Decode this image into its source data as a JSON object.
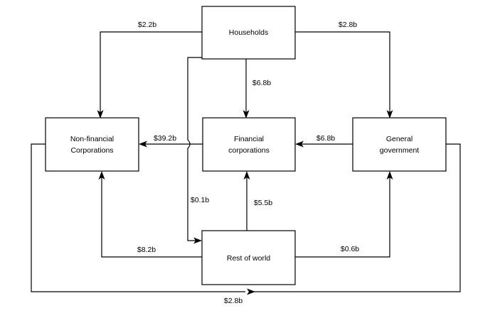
{
  "diagram": {
    "type": "flow-diagram",
    "title": "",
    "currency_unit": "billions of dollars",
    "nodes": [
      {
        "id": "households",
        "label": "Households",
        "line1": "Households",
        "line2": ""
      },
      {
        "id": "nonfinancial",
        "label": "Non-financial Corporations",
        "line1": "Non-financial",
        "line2": "Corporations"
      },
      {
        "id": "financial",
        "label": "Financial corporations",
        "line1": "Financial",
        "line2": "corporations"
      },
      {
        "id": "government",
        "label": "General government",
        "line1": "General",
        "line2": "government"
      },
      {
        "id": "restofworld",
        "label": "Rest of world",
        "line1": "Rest of world",
        "line2": ""
      }
    ],
    "flows": [
      {
        "id": "hh-to-nfc",
        "from": "households",
        "to": "nonfinancial",
        "label": "$2.2b",
        "value": 2.2
      },
      {
        "id": "hh-to-gov",
        "from": "households",
        "to": "government",
        "label": "$2.8b",
        "value": 2.8
      },
      {
        "id": "hh-to-fin",
        "from": "households",
        "to": "financial",
        "label": "$6.8b",
        "value": 6.8
      },
      {
        "id": "hh-to-row",
        "from": "households",
        "to": "restofworld",
        "label": "$0.1b",
        "value": 0.1
      },
      {
        "id": "fin-to-nfc",
        "from": "financial",
        "to": "nonfinancial",
        "label": "$39.2b",
        "value": 39.2
      },
      {
        "id": "gov-to-fin",
        "from": "government",
        "to": "financial",
        "label": "$6.8b",
        "value": 6.8
      },
      {
        "id": "row-to-fin",
        "from": "restofworld",
        "to": "financial",
        "label": "$5.5b",
        "value": 5.5
      },
      {
        "id": "row-to-nfc",
        "from": "restofworld",
        "to": "nonfinancial",
        "label": "$8.2b",
        "value": 8.2
      },
      {
        "id": "row-to-gov",
        "from": "restofworld",
        "to": "government",
        "label": "$0.6b",
        "value": 0.6
      },
      {
        "id": "nfc-to-gov-outer",
        "from": "nonfinancial",
        "to": "government",
        "label": "$2.8b",
        "value": 2.8
      }
    ],
    "colors": {
      "stroke": "#000000",
      "fill": "#ffffff",
      "text": "#000000"
    }
  }
}
